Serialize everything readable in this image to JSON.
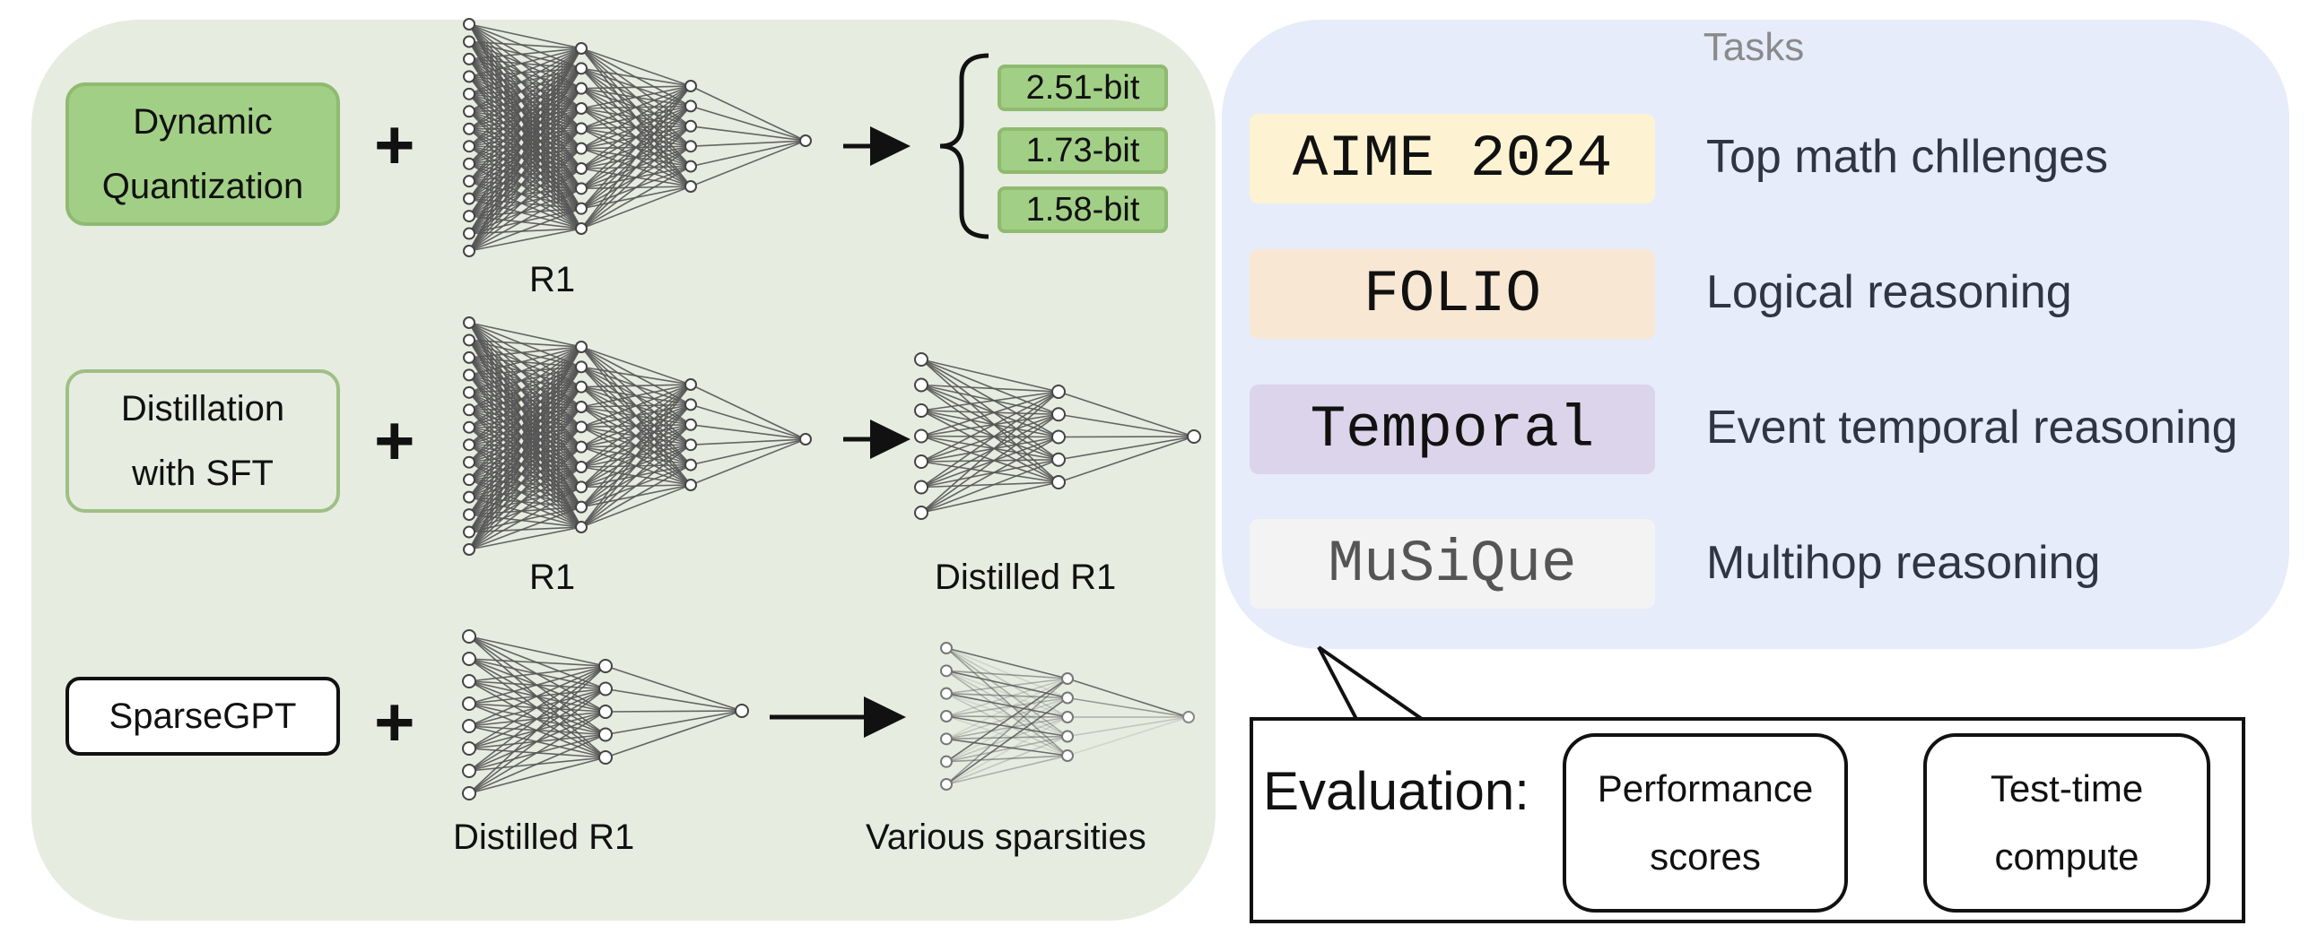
{
  "methods": {
    "quant_line1": "Dynamic",
    "quant_line2": "Quantization",
    "distill_line1": "Distillation",
    "distill_line2": "with SFT",
    "sparse": "SparseGPT"
  },
  "plus_symbol": "+",
  "networks": {
    "r1_label": "R1",
    "distilled_label": "Distilled R1",
    "sparsities_label": "Various sparsities"
  },
  "quant_bits": [
    "2.51-bit",
    "1.73-bit",
    "1.58-bit"
  ],
  "tasks": {
    "title": "Tasks",
    "items": [
      {
        "name": "AIME 2024",
        "description": "Top math chllenges",
        "color": "#fdf3d2"
      },
      {
        "name": "FOLIO",
        "description": "Logical reasoning",
        "color": "#f8e7d2"
      },
      {
        "name": "Temporal",
        "description": "Event temporal reasoning",
        "color": "#dcd4ea"
      },
      {
        "name": "MuSiQue",
        "description": "Multihop reasoning",
        "color": "#f3f3f3"
      }
    ]
  },
  "evaluation": {
    "label": "Evaluation:",
    "box1_line1": "Performance",
    "box1_line2": "scores",
    "box2_line1": "Test-time",
    "box2_line2": "compute"
  },
  "colors": {
    "left_panel": "#e6ece0",
    "right_panel": "#e6ecfa",
    "bit_green": "#a2cf86"
  }
}
